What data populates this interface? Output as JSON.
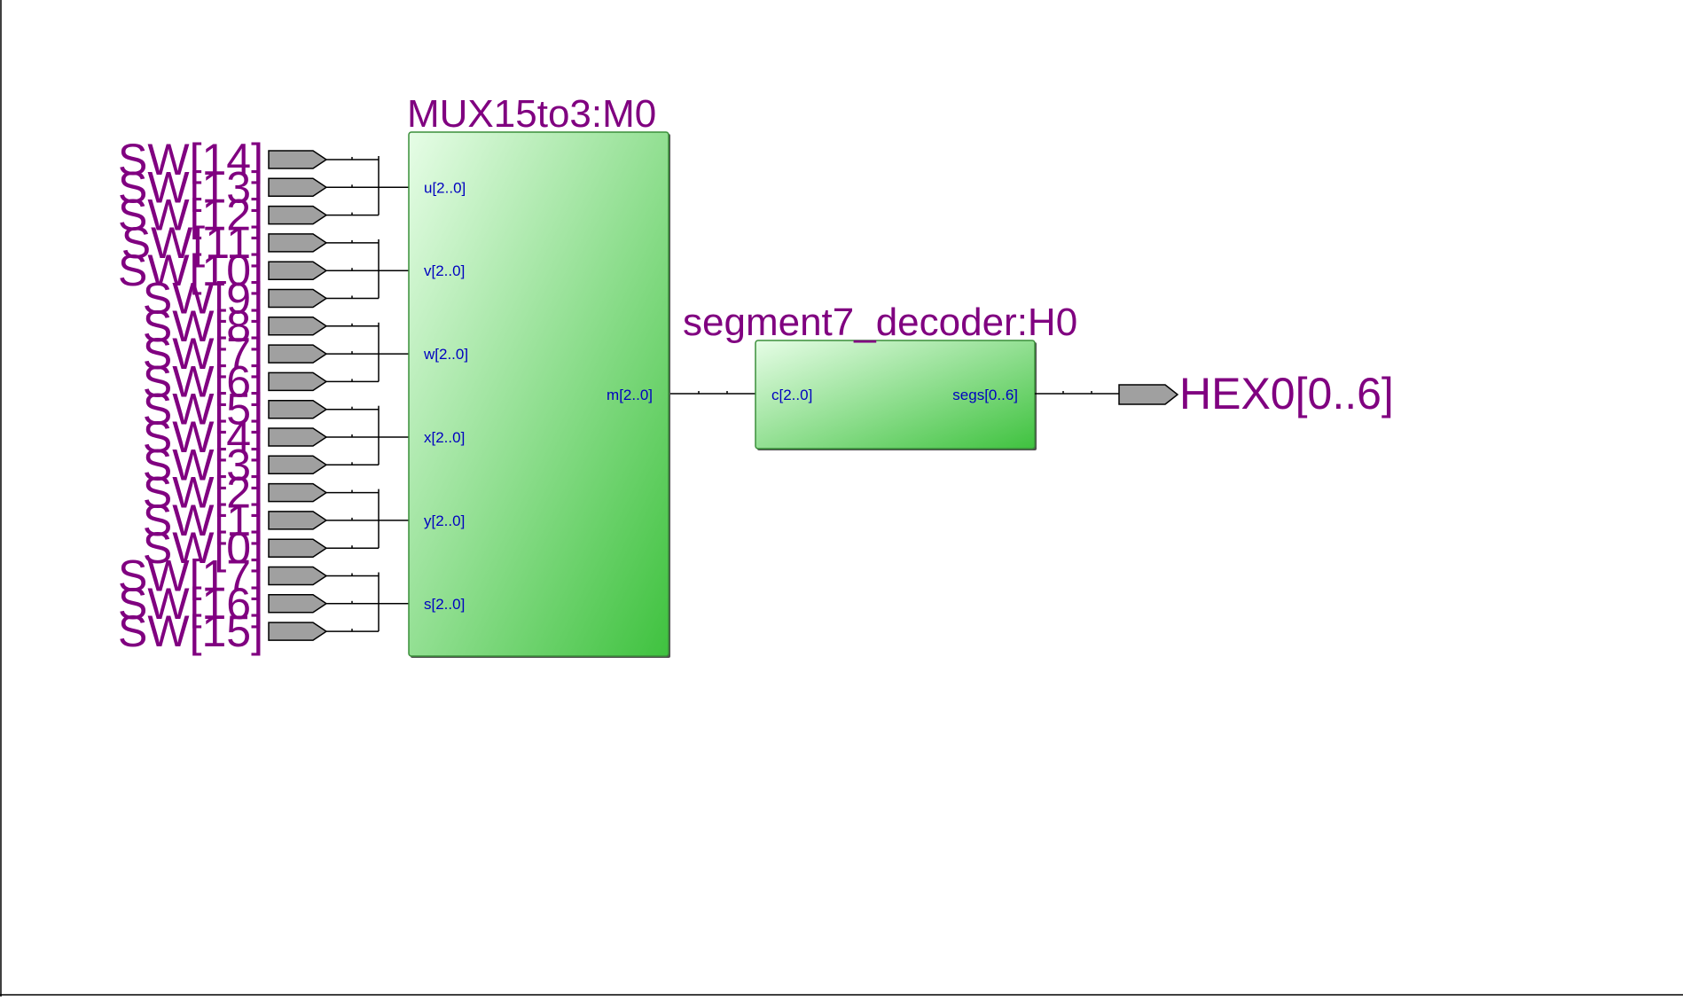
{
  "colors": {
    "label": "#800080",
    "port_text": "#0000c0",
    "wire": "#000000",
    "pin_fill": "#a0a0a0",
    "block_light": "#e6fde6",
    "block_dark": "#3fc23f"
  },
  "inputs": [
    {
      "label": "SW[14]"
    },
    {
      "label": "SW[13]"
    },
    {
      "label": "SW[12]"
    },
    {
      "label": "SW[11]"
    },
    {
      "label": "SW[10]"
    },
    {
      "label": "SW[9]"
    },
    {
      "label": "SW[8]"
    },
    {
      "label": "SW[7]"
    },
    {
      "label": "SW[6]"
    },
    {
      "label": "SW[5]"
    },
    {
      "label": "SW[4]"
    },
    {
      "label": "SW[3]"
    },
    {
      "label": "SW[2]"
    },
    {
      "label": "SW[1]"
    },
    {
      "label": "SW[0]"
    },
    {
      "label": "SW[17]"
    },
    {
      "label": "SW[16]"
    },
    {
      "label": "SW[15]"
    }
  ],
  "mux": {
    "title": "MUX15to3:M0",
    "input_ports": [
      "u[2..0]",
      "v[2..0]",
      "w[2..0]",
      "x[2..0]",
      "y[2..0]",
      "s[2..0]"
    ],
    "output_port": "m[2..0]"
  },
  "decoder": {
    "title": "segment7_decoder:H0",
    "input_port": "c[2..0]",
    "output_port": "segs[0..6]"
  },
  "output": {
    "label": "HEX0[0..6]"
  }
}
